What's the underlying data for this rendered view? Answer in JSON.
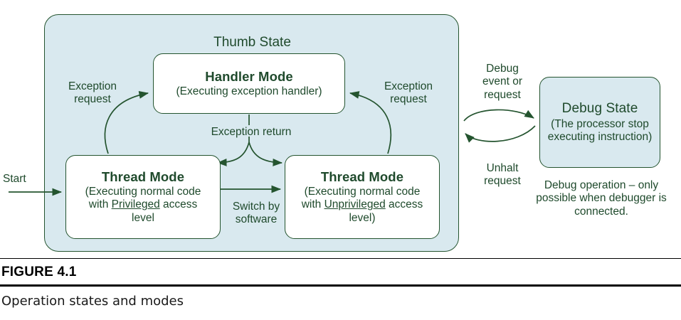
{
  "diagram": {
    "container": {
      "label": "Thumb State"
    },
    "nodes": {
      "handler_mode": {
        "title": "Handler Mode",
        "subtitle": "(Executing exception handler)"
      },
      "thread_privileged": {
        "title": "Thread Mode",
        "sub_line1": "(Executing normal code",
        "sub_line2_prefix": "with ",
        "sub_line2_underlined": "Privileged",
        "sub_line2_suffix": " access",
        "sub_line3": "level"
      },
      "thread_unprivileged": {
        "title": "Thread Mode",
        "sub_line1": "(Executing normal code",
        "sub_line2_prefix": "with ",
        "sub_line2_underlined": "Unprivileged",
        "sub_line2_suffix": " access",
        "sub_line3": "level)"
      },
      "debug_state": {
        "title": "Debug State",
        "sub_line1": "(The processor stop",
        "sub_line2": "executing instruction)"
      }
    },
    "labels": {
      "start": "Start",
      "exception_request_left": "Exception\nrequest",
      "exception_request_right": "Exception\nrequest",
      "exception_return": "Exception return",
      "switch_by_software": "Switch by\nsoftware",
      "debug_event_or_request": "Debug\nevent or\nrequest",
      "unhalt_request": "Unhalt\nrequest",
      "debug_note": "Debug operation – only possible when debugger is connected."
    },
    "colors": {
      "stroke": "#24542f",
      "text": "#1f4a2c",
      "state_fill": "#d9e9ef",
      "mode_fill": "#ffffff"
    }
  },
  "figure": {
    "number": "FIGURE 4.1",
    "caption": "Operation states and modes"
  }
}
